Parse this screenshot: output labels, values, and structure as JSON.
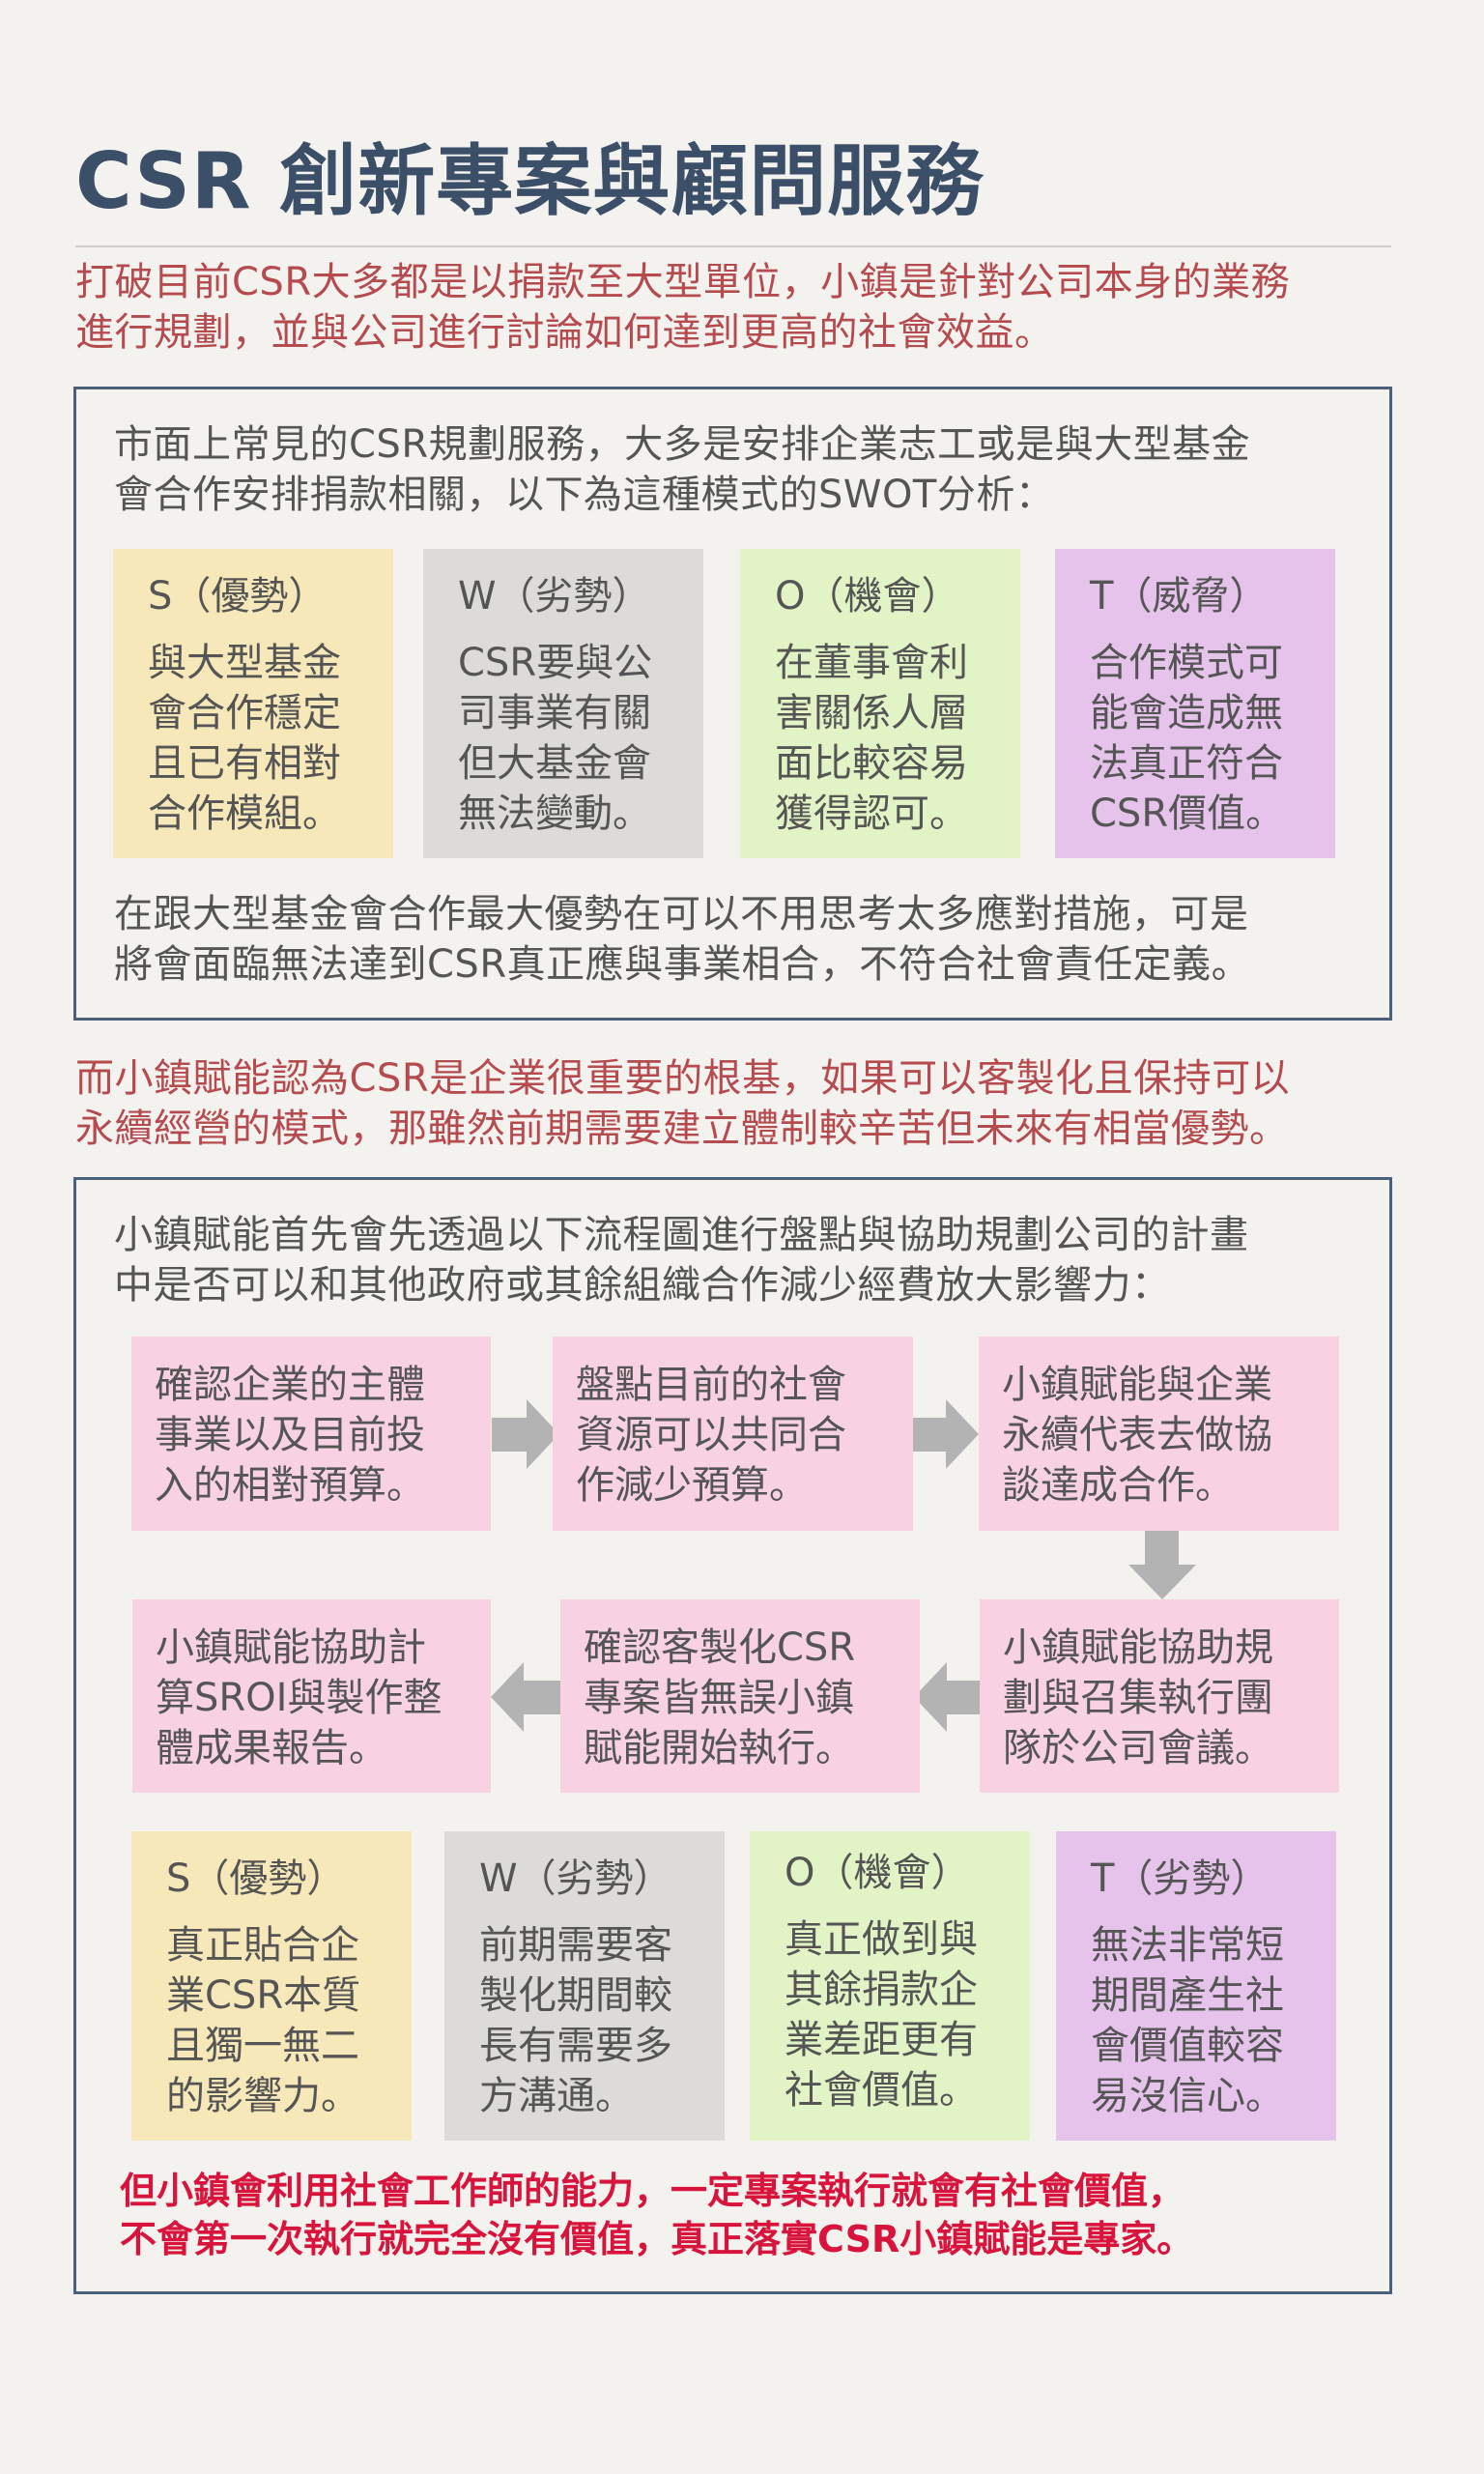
{
  "title": "CSR 創新專案與顧問服務",
  "intro": "打破目前CSR大多都是以捐款至大型單位，小鎮是針對公司本身的業務\n進行規劃，並與公司進行討論如何達到更高的社會效益。",
  "section1": {
    "lead": "市面上常見的CSR規劃服務，大多是安排企業志工或是與大型基金\n會合作安排捐款相關，以下為這種模式的SWOT分析：",
    "swot": [
      {
        "heading": "S（優勢）",
        "body": "與大型基金\n會合作穩定\n且已有相對\n合作模組。",
        "color": "#f6e8b8"
      },
      {
        "heading": "W（劣勢）",
        "body": "CSR要與公\n司事業有關\n但大基金會\n無法變動。",
        "color": "#dddbd8"
      },
      {
        "heading": "O（機會）",
        "body": "在董事會利\n害關係人層\n面比較容易\n獲得認可。",
        "color": "#e2f4c6"
      },
      {
        "heading": "T（威脅）",
        "body": "合作模式可\n能會造成無\n法真正符合\nCSR價值。",
        "color": "#e6c3eb"
      }
    ],
    "conclusion": "在跟大型基金會合作最大優勢在可以不用思考太多應對措施，可是\n將會面臨無法達到CSR真正應與事業相合，不符合社會責任定義。"
  },
  "transition": "而小鎮賦能認為CSR是企業很重要的根基，如果可以客製化且保持可以\n永續經營的模式，那雖然前期需要建立體制較辛苦但未來有相當優勢。",
  "section2": {
    "lead": "小鎮賦能首先會先透過以下流程圖進行盤點與協助規劃公司的計畫\n中是否可以和其他政府或其餘組織合作減少經費放大影響力：",
    "flow": [
      {
        "step": 1,
        "text": "確認企業的主體\n事業以及目前投\n入的相對預算。"
      },
      {
        "step": 2,
        "text": "盤點目前的社會\n資源可以共同合\n作減少預算。"
      },
      {
        "step": 3,
        "text": "小鎮賦能與企業\n永續代表去做協\n談達成合作。"
      },
      {
        "step": 4,
        "text": "小鎮賦能協助規\n劃與召集執行團\n隊於公司會議。"
      },
      {
        "step": 5,
        "text": "確認客製化CSR\n專案皆無誤小鎮\n賦能開始執行。"
      },
      {
        "step": 6,
        "text": "小鎮賦能協助計\n算SROI與製作整\n體成果報告。"
      }
    ],
    "swot": [
      {
        "heading": "S（優勢）",
        "body": "真正貼合企\n業CSR本質\n且獨一無二\n的影響力。",
        "color": "#f6e8b8"
      },
      {
        "heading": "W（劣勢）",
        "body": "前期需要客\n製化期間較\n長有需要多\n方溝通。",
        "color": "#dddbd8"
      },
      {
        "heading": "O（機會）",
        "body": "真正做到與\n其餘捐款企\n業差距更有\n社會價值。",
        "color": "#e2f4c6"
      },
      {
        "heading": "T（劣勢）",
        "body": "無法非常短\n期間產生社\n會價值較容\n易沒信心。",
        "color": "#e6c3eb"
      }
    ],
    "closing": "但小鎮會利用社會工作師的能力，一定專案執行就會有社會價值，\n不會第一次執行就完全沒有價值，真正落實CSR小鎮賦能是專家。"
  },
  "colors": {
    "title": "#3b4f68",
    "lead_red": "#b54a4f",
    "closing_red": "#d8143c",
    "frame_border": "#4a5f7a",
    "flow_box": "#f8d2e3",
    "arrow": "#b3b3b3",
    "background": "#f4f2ee"
  }
}
